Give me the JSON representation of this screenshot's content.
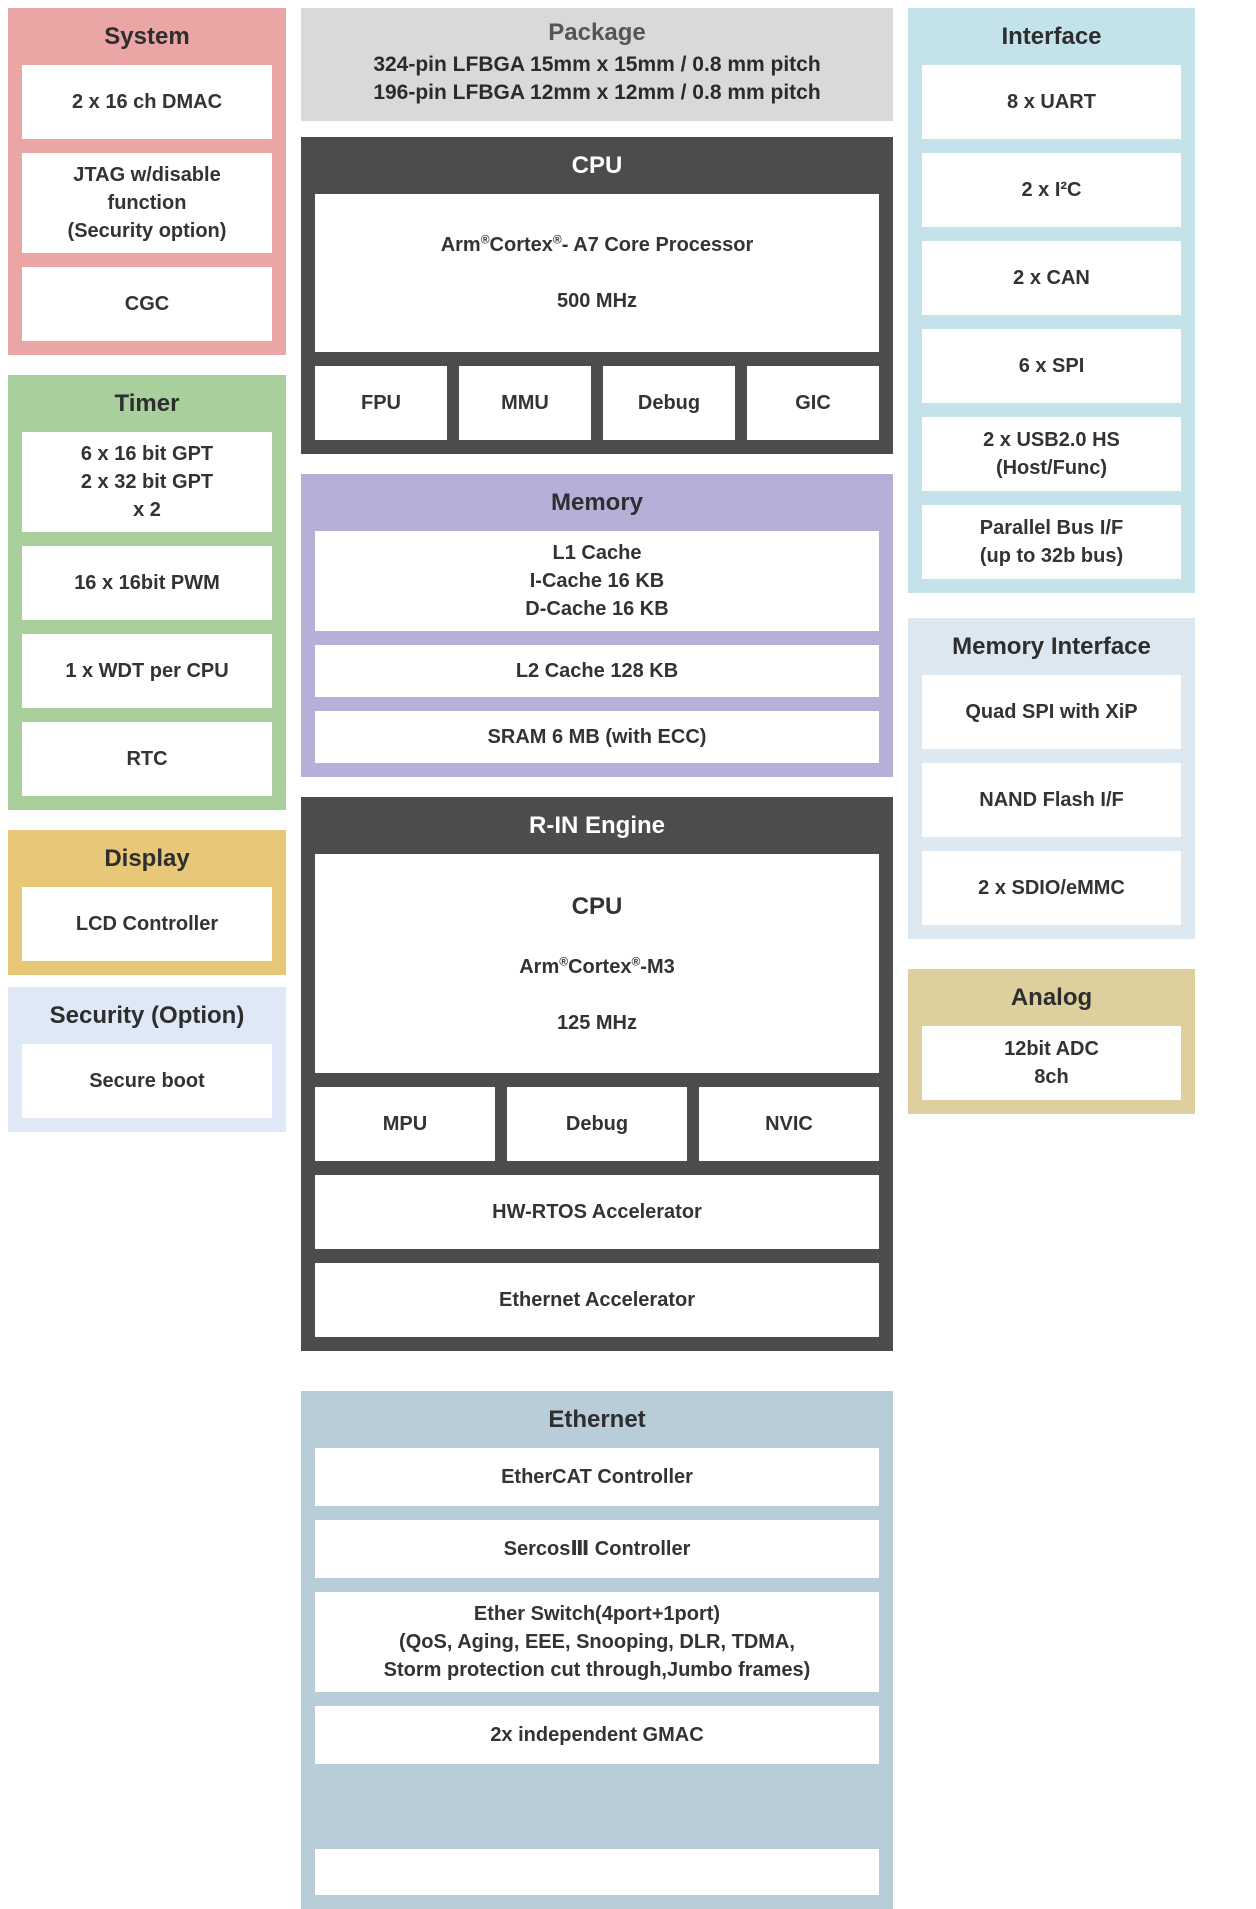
{
  "blocks": {
    "system": {
      "title": "System",
      "items": [
        "2 x 16 ch DMAC",
        "JTAG w/disable\nfunction\n(Security option)",
        "CGC"
      ]
    },
    "timer": {
      "title": "Timer",
      "items": [
        "6 x 16 bit GPT\n2 x 32 bit GPT\nx 2",
        "16 x 16bit PWM",
        "1 x WDT per CPU",
        "RTC"
      ]
    },
    "display": {
      "title": "Display",
      "items": [
        "LCD Controller"
      ]
    },
    "security": {
      "title": "Security (Option)",
      "items": [
        "Secure boot"
      ]
    },
    "package": {
      "title": "Package",
      "lines": [
        "324-pin LFBGA  15mm x 15mm / 0.8 mm pitch",
        "196-pin LFBGA  12mm x 12mm / 0.8 mm pitch"
      ]
    },
    "cpu": {
      "title": "CPU",
      "core_parts": [
        "Arm",
        "®",
        "Cortex",
        "®",
        "- A7 Core Processor"
      ],
      "core_freq": "500 MHz",
      "sub": [
        "FPU",
        "MMU",
        "Debug",
        "GIC"
      ]
    },
    "memory": {
      "title": "Memory",
      "items": [
        "L1 Cache\nI-Cache 16 KB\nD-Cache 16 KB",
        "L2 Cache 128 KB",
        "SRAM 6 MB (with ECC)"
      ]
    },
    "rin": {
      "title": "R-IN Engine",
      "cpu_title": "CPU",
      "core_parts": [
        "Arm",
        "®",
        "Cortex",
        "®",
        "-M3"
      ],
      "core_freq": "125 MHz",
      "sub": [
        "MPU",
        "Debug",
        "NVIC"
      ],
      "items": [
        "HW-RTOS Accelerator",
        "Ethernet Accelerator"
      ]
    },
    "ethernet": {
      "title": "Ethernet",
      "items": [
        "EtherCAT Controller",
        "SercosⅢ Controller",
        "Ether Switch(4port+1port)\n(QoS, Aging, EEE, Snooping, DLR, TDMA,\nStorm protection cut through,Jumbo frames)",
        "2x independent  GMAC"
      ]
    },
    "interface": {
      "title": "Interface",
      "items": [
        "8 x UART",
        "2 x I²C",
        "2 x CAN",
        "6 x SPI",
        "2 x USB2.0 HS\n(Host/Func)",
        "Parallel Bus I/F\n(up to 32b bus)"
      ]
    },
    "memory_interface": {
      "title": "Memory Interface",
      "items": [
        "Quad SPI with XiP",
        "NAND Flash I/F",
        "2 x SDIO/eMMC"
      ]
    },
    "analog": {
      "title": "Analog",
      "items": [
        "12bit ADC\n8ch"
      ]
    }
  },
  "colors": {
    "system": "#eaa5a5",
    "timer": "#a9cf9d",
    "display": "#e8c878",
    "security": "#dfe8f7",
    "package": "#d9d9d9",
    "dark_block": "#4c4c4c",
    "memory": "#b4b0d8",
    "ethernet": "#b9cdd9",
    "interface": "#c3e2ea",
    "memory_interface": "#dce8f1",
    "analog": "#ddcf9e",
    "box_background": "#ffffff",
    "text": "#333333"
  }
}
